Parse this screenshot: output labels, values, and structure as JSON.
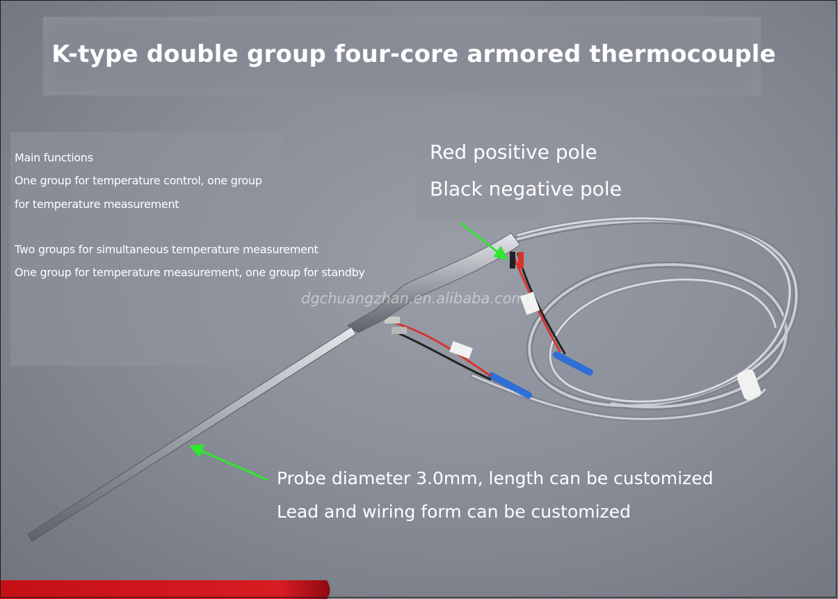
{
  "title": "K-type double group four-core armored thermocouple",
  "main_functions": {
    "heading": "Main functions",
    "line1": "One group for temperature control, one group",
    "line2": "for temperature measurement",
    "line3": "Two groups for simultaneous temperature measurement",
    "line4": "One group for temperature measurement, one group for standby"
  },
  "poles": {
    "red": "Red positive pole",
    "black": "Black negative pole"
  },
  "probe": {
    "line1": "Probe diameter 3.0mm, length can be customized",
    "line2": "Lead and wiring form can be customized"
  },
  "watermark": "dgchuangzhan.en.alibaba.com",
  "colors": {
    "arrow": "#2ee82e",
    "red_wire": "#d8322c",
    "blue_sleeve": "#2f6fd6",
    "bottom_stripe": "#c8141a"
  }
}
